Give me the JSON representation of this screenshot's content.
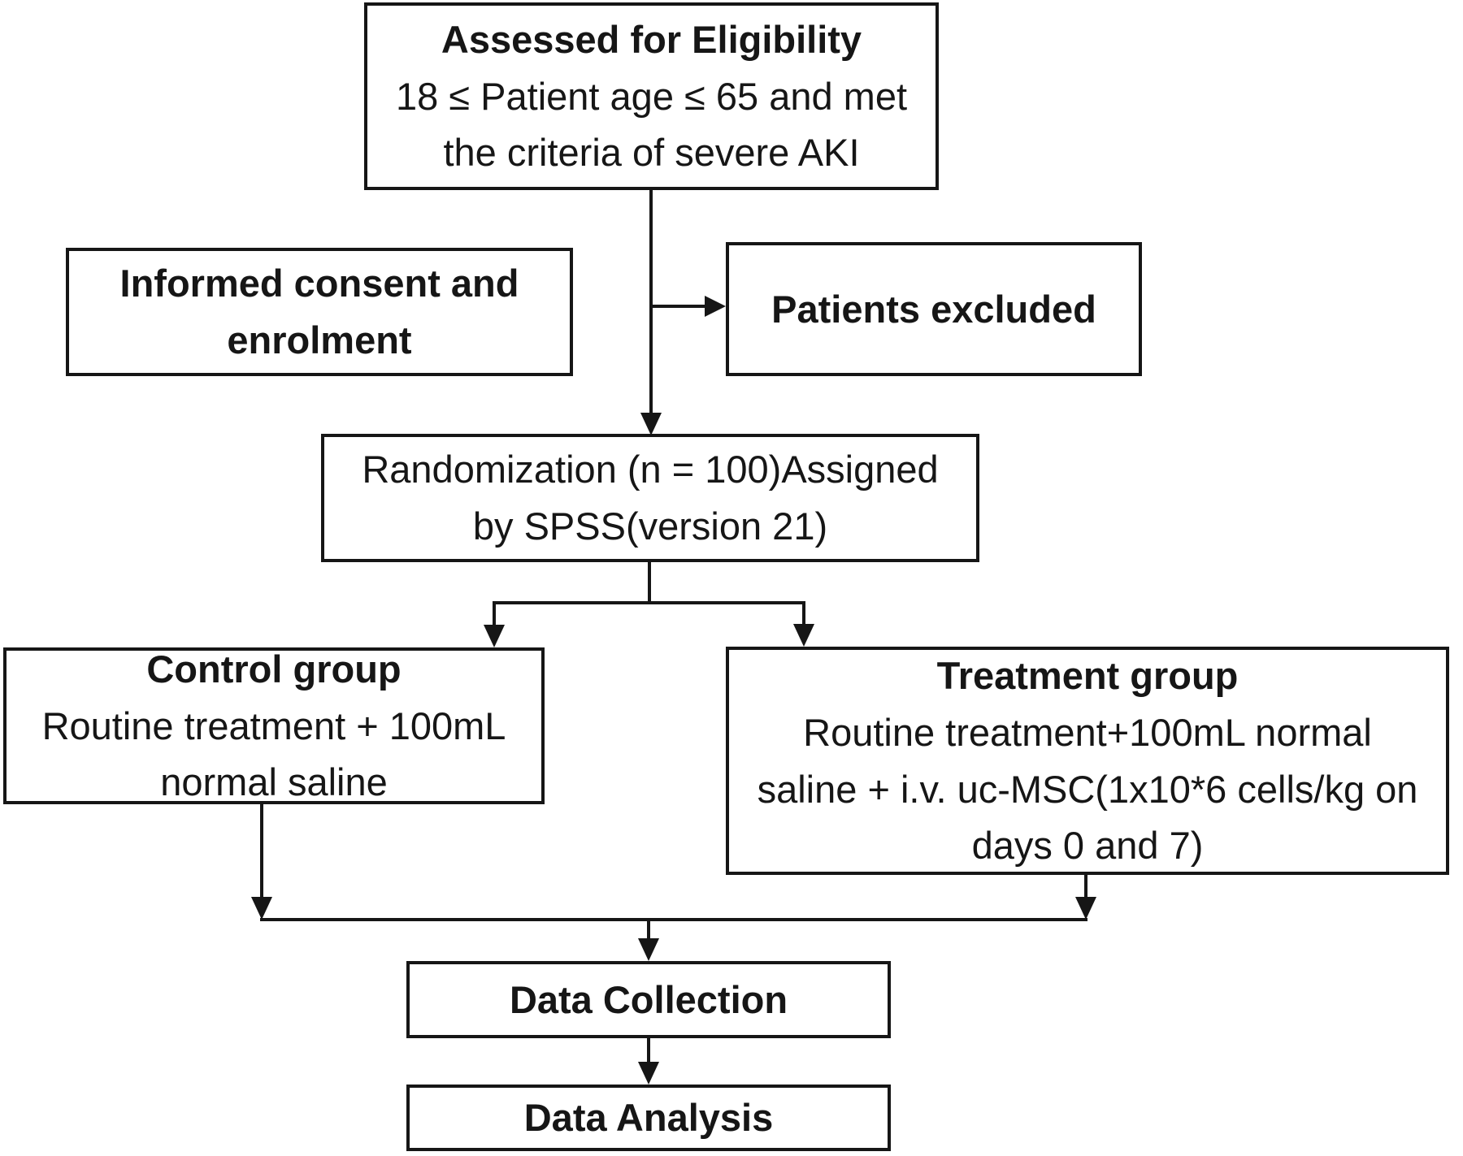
{
  "colors": {
    "line": "#161616",
    "text": "#161616",
    "background": "#ffffff"
  },
  "diagram": {
    "assessed": {
      "title": "Assessed for Eligibility",
      "line1": "18 ≤ Patient age ≤ 65 and met",
      "line2": "the criteria of severe AKI"
    },
    "consent": {
      "title1": "Informed consent and",
      "title2": "enrolment"
    },
    "excluded": {
      "title": "Patients excluded"
    },
    "randomization": {
      "line1": "Randomization (n = 100)Assigned",
      "line2": "by SPSS(version 21)"
    },
    "control": {
      "title": "Control group",
      "line1": "Routine treatment + 100mL",
      "line2": "normal saline"
    },
    "treatment": {
      "title": "Treatment group",
      "line1": "Routine treatment+100mL normal",
      "line2": "saline + i.v. uc-MSC(1x10*6 cells/kg on",
      "line3": "days 0 and 7)"
    },
    "collection": {
      "title": "Data Collection"
    },
    "analysis": {
      "title": "Data Analysis"
    }
  }
}
